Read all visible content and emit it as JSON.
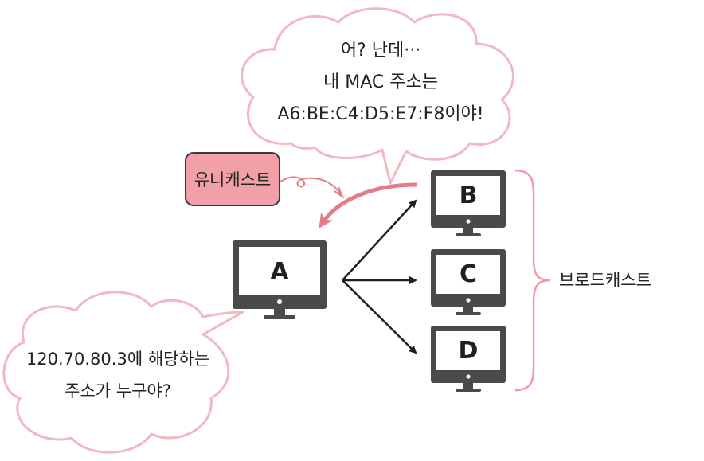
{
  "top_bubble": {
    "line1": "어? 난데···",
    "line2": "내 MAC 주소는",
    "line3": "A6:BE:C4:D5:E7:F8이야!"
  },
  "bottom_bubble": {
    "line1": "120.70.80.3에 해당하는",
    "line2": "주소가 누구야?"
  },
  "unicast_label": "유니캐스트",
  "broadcast_label": "브로드캐스트",
  "computers": {
    "a": "A",
    "b": "B",
    "c": "C",
    "d": "D"
  },
  "colors": {
    "bubble_stroke": "#f2b8bf",
    "unicast_fill": "#f2a0a8",
    "unicast_stroke": "#3a3a3a",
    "unicast_arrow": "#e47d89",
    "brace": "#ef9aa4",
    "monitor": "#4a4a4a",
    "screen": "#ffffff",
    "arrow": "#1f1f1f"
  }
}
